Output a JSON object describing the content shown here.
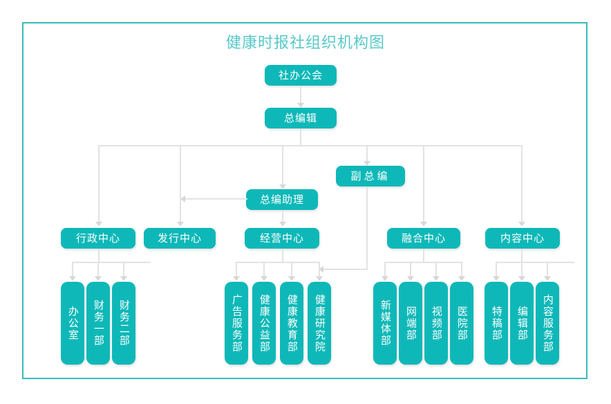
{
  "title": "健康时报社组织机构图",
  "theme": {
    "node_fill": "#0fb8b8",
    "node_text": "#ffffff",
    "frame_border": "#35bcbc",
    "title_color": "#58c8c8",
    "connector": "#e2e2e2"
  },
  "nodes": {
    "root": "社办公会",
    "chief_editor": "总编辑",
    "deputy_chief_editor": "副总编",
    "chief_editor_assistant": "总编助理",
    "centers": {
      "admin": "行政中心",
      "distribution": "发行中心",
      "operations": "经营中心",
      "convergence": "融合中心",
      "content": "内容中心"
    },
    "admin_departments": [
      "办公室",
      "财务一部",
      "财务二部"
    ],
    "operations_departments": [
      "广告服务部",
      "健康公益部",
      "健康教育部",
      "健康研究院"
    ],
    "convergence_departments": [
      "新媒体部",
      "网端部",
      "视频部",
      "医院部"
    ],
    "content_departments": [
      "特稿部",
      "编辑部",
      "内容服务部"
    ]
  }
}
